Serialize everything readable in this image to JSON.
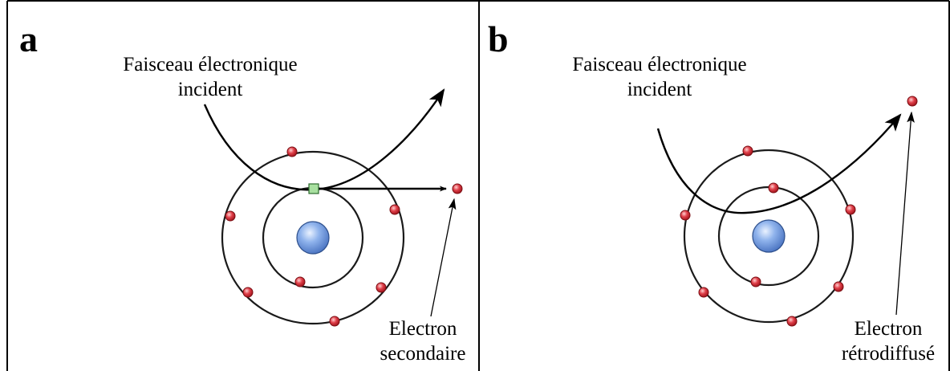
{
  "panels": {
    "a": {
      "letter": "a",
      "beam_label_line1": "Faisceau électronique",
      "beam_label_line2": "incident",
      "electron_label_line1": "Electron",
      "electron_label_line2": "secondaire"
    },
    "b": {
      "letter": "b",
      "beam_label_line1": "Faisceau électronique",
      "beam_label_line2": "incident",
      "electron_label_line1": "Electron",
      "electron_label_line2": "rétrodiffusé"
    }
  },
  "colors": {
    "nucleus": "#7fa8e6",
    "electron": "#d8262c",
    "ejected_site": "#a8e0a0"
  }
}
